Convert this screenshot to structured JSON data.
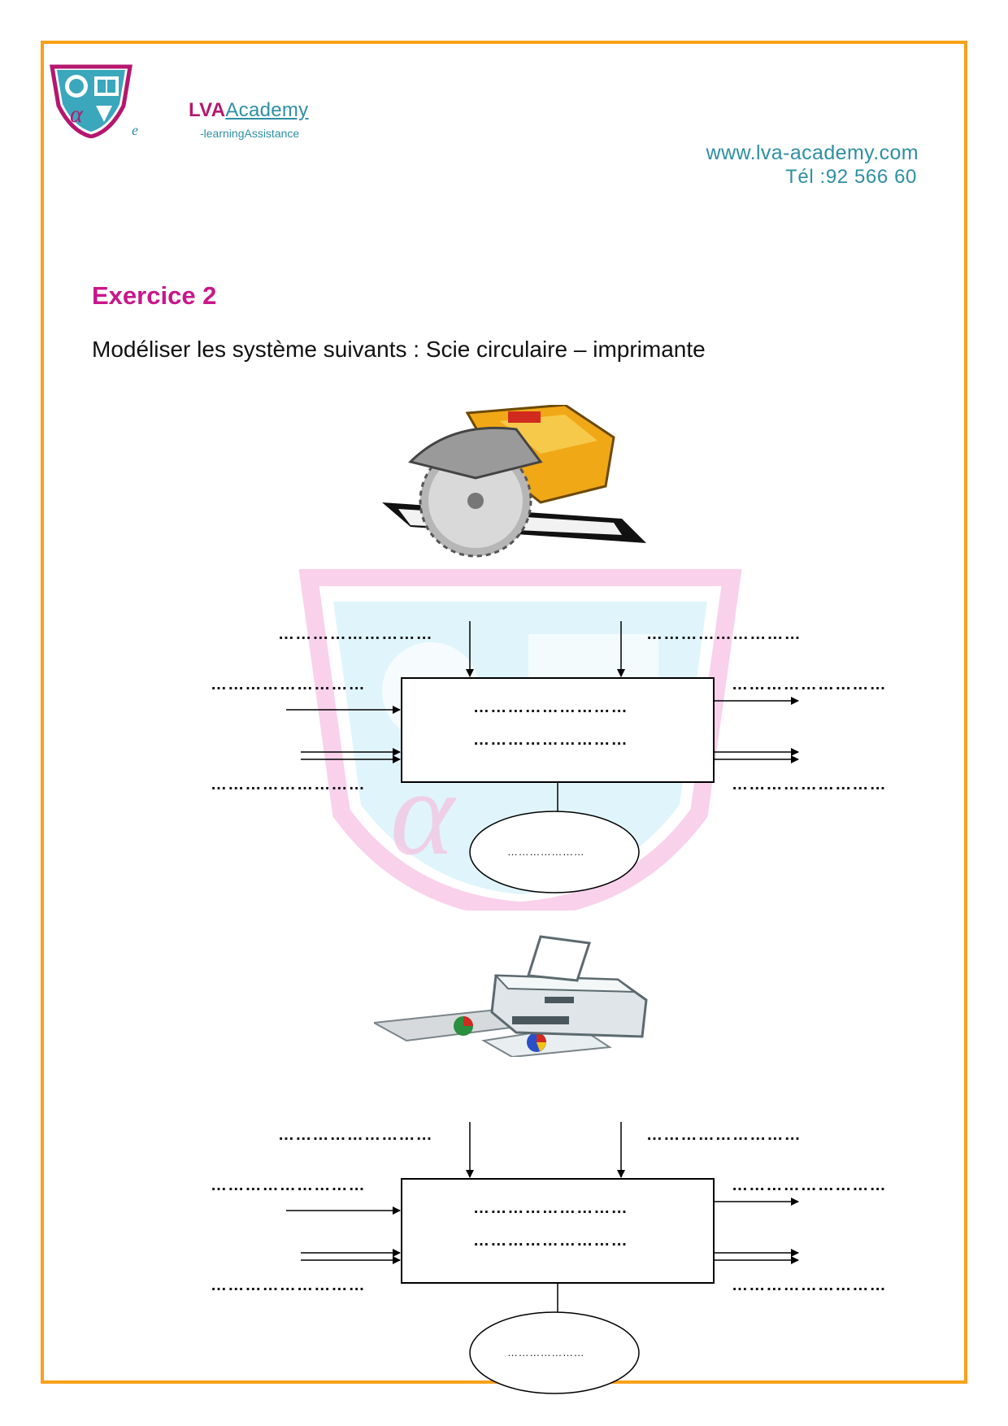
{
  "header": {
    "brand_lva": "LVA",
    "brand_academy": "Academy",
    "tagline": "-learningAssistance",
    "logo_letter": "e",
    "website": "www.lva-academy.com",
    "phone": "Tél :92 566 60"
  },
  "exercise": {
    "title": "Exercice 2",
    "instruction": "Modéliser les système suivants : Scie circulaire – imprimante"
  },
  "diagrams": [
    {
      "system": "scie-circulaire",
      "top_left": "………………………",
      "top_right": "………………………",
      "left_top": "………………………",
      "left_bottom": "………………………",
      "right_top": "………………………",
      "right_bottom": "………………………",
      "box_line1": "………………………",
      "box_line2": "………………………",
      "ellipse": "…………………"
    },
    {
      "system": "imprimante",
      "top_left": "………………………",
      "top_right": "………………………",
      "left_top": "………………………",
      "left_bottom": "………………………",
      "right_top": "………………………",
      "right_bottom": "………………………",
      "box_line1": "………………………",
      "box_line2": "………………………",
      "ellipse": "…………………"
    }
  ],
  "colors": {
    "frame": "#f7a11a",
    "title": "#c8178a",
    "brand_teal": "#2e8fa3",
    "brand_magenta": "#b5176e"
  },
  "icons": [
    "lva-shield-logo",
    "circular-saw-image",
    "printer-image",
    "lva-watermark"
  ]
}
